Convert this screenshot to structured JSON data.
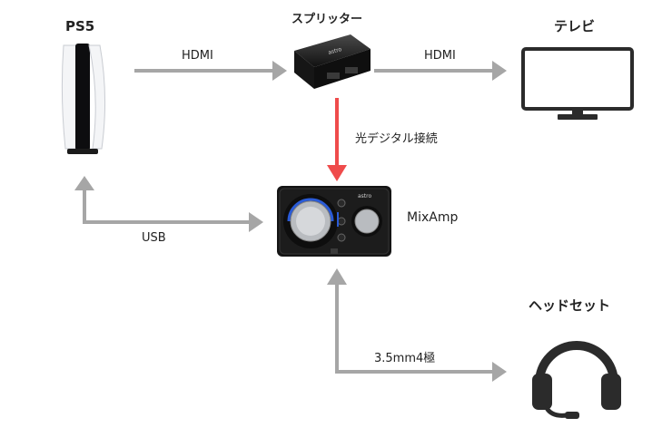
{
  "nodes": {
    "ps5": "PS5",
    "splitter": "スプリッター",
    "tv": "テレビ",
    "mixamp": "MixAmp",
    "headset": "ヘッドセット"
  },
  "connections": {
    "ps5_to_splitter": "HDMI",
    "splitter_to_tv": "HDMI",
    "splitter_to_mixamp": "光デジタル接続",
    "mixamp_ps5_usb": "USB",
    "mixamp_headset": "3.5mm4極"
  },
  "device_markings": {
    "splitter_logo": "astro",
    "mixamp_logo": "astro"
  },
  "colors": {
    "arrow_gray": "#a6a6a6",
    "arrow_red": "#ef4b4b",
    "device_dark": "#1a1a1a",
    "mixamp_blue": "#2a5bd7"
  }
}
